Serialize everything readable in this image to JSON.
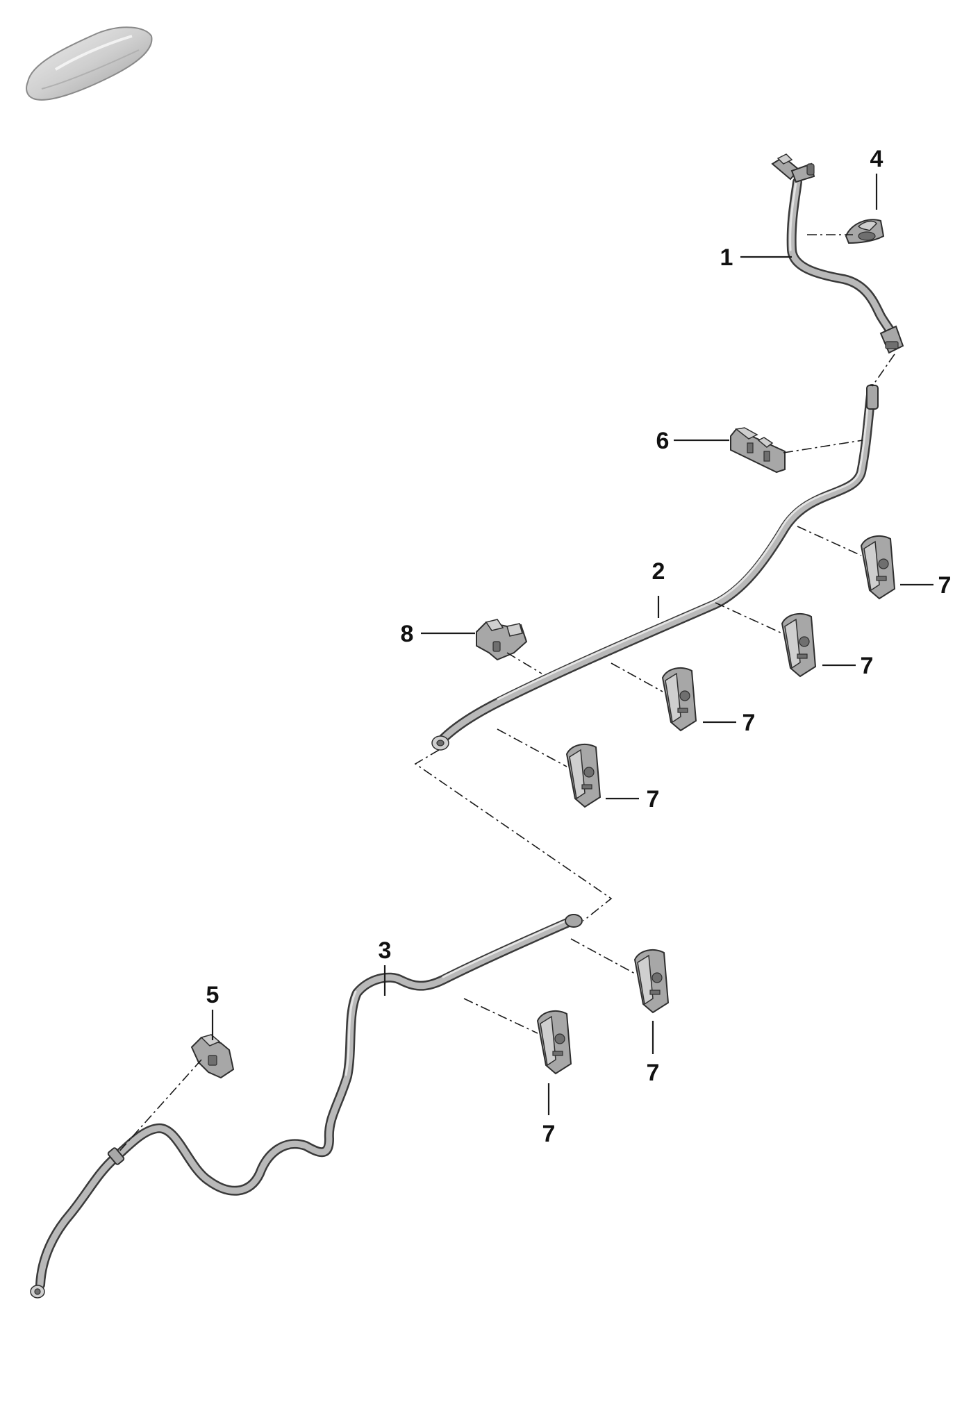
{
  "diagram": {
    "callouts": [
      {
        "id": "c1",
        "label": "1"
      },
      {
        "id": "c2",
        "label": "2"
      },
      {
        "id": "c3",
        "label": "3"
      },
      {
        "id": "c4",
        "label": "4"
      },
      {
        "id": "c5",
        "label": "5"
      },
      {
        "id": "c6",
        "label": "6"
      },
      {
        "id": "c7a",
        "label": "7"
      },
      {
        "id": "c7b",
        "label": "7"
      },
      {
        "id": "c7c",
        "label": "7"
      },
      {
        "id": "c7d",
        "label": "7"
      },
      {
        "id": "c7e",
        "label": "7"
      },
      {
        "id": "c7f",
        "label": "7"
      },
      {
        "id": "c8",
        "label": "8"
      }
    ]
  },
  "icons": {
    "vehicle": "car-thumbnail-icon"
  },
  "colors": {
    "background": "#ffffff",
    "part": "#a7a7a7",
    "outline": "#2e2e2e",
    "text": "#111111"
  }
}
